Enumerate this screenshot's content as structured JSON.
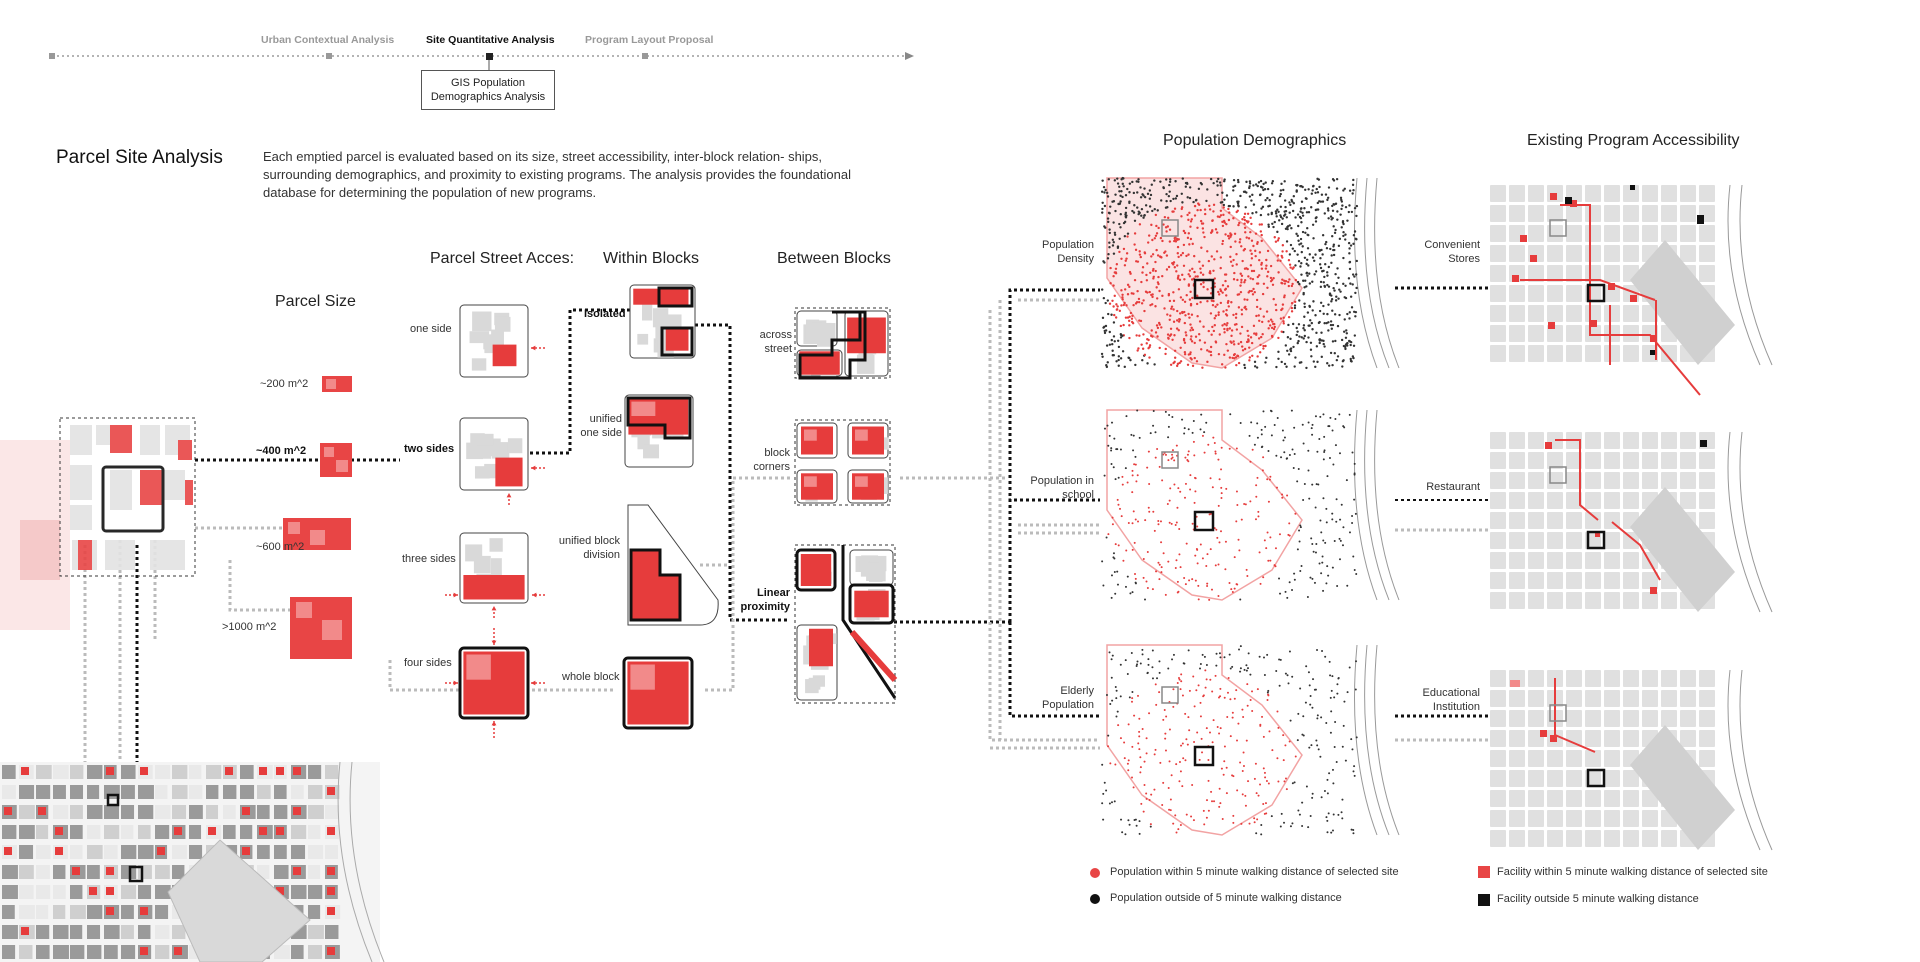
{
  "process": {
    "steps": [
      "Urban Contextual Analysis",
      "Site Quantitative Analysis",
      "Program Layout Proposal"
    ],
    "active_index": 1,
    "sub_step": "GIS Population Demographics Analysis"
  },
  "intro": {
    "title": "Parcel Site Analysis",
    "description": "Each emptied parcel is evaluated based on its size, street accessibility, inter-block relation- ships, surrounding demographics, and proximity to existing programs. The analysis provides the foundational database for determining the population of new programs."
  },
  "headings": {
    "parcel_size": "Parcel Size",
    "street_access": "Parcel Street Acces:",
    "within_blocks": "Within Blocks",
    "between_blocks": "Between Blocks",
    "population_demographics": "Population Demographics",
    "program_accessibility": "Existing Program Accessibility"
  },
  "parcel_sizes": [
    "~200 m^2",
    "~400 m^2",
    "~600 m^2",
    ">1000 m^2"
  ],
  "street_access": [
    "one side",
    "two sides",
    "three sides",
    "four sides"
  ],
  "within_blocks": [
    "Isolated",
    "unified one side",
    "unified block division",
    "whole block"
  ],
  "between_blocks": [
    "across street",
    "block corners",
    "Linear proximity"
  ],
  "demographics": [
    "Population Density",
    "Population in school",
    "Elderly Population"
  ],
  "programs": [
    "Convenient Stores",
    "Restaurant",
    "Educational Institution"
  ],
  "legend": [
    {
      "label": "Population within 5 minute walking distance of selected site",
      "marker": "red-dot"
    },
    {
      "label": "Population outside of 5 minute walking distance",
      "marker": "black-dot"
    },
    {
      "label": "Facility within 5 minute walking distance of selected site",
      "marker": "red-square"
    },
    {
      "label": "Facility outside 5 minute walking distance",
      "marker": "black-square"
    }
  ],
  "colors": {
    "accent": "#e63c3c",
    "accent_light": "#f2a3a3",
    "gray": "#d9d9d9",
    "dark": "#111111",
    "dotted": "#bdbdbd"
  }
}
